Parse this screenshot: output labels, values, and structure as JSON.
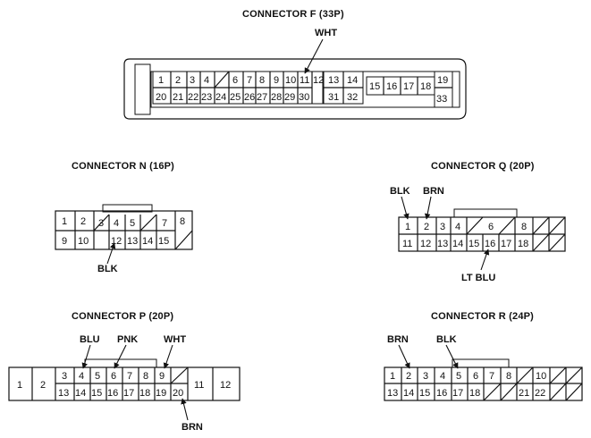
{
  "connectors": [
    {
      "title": "CONNECTOR F (33P)",
      "cells": [
        {
          "id": "f-1",
          "label": "1"
        },
        {
          "id": "f-2",
          "label": "2"
        },
        {
          "id": "f-3",
          "label": "3"
        },
        {
          "id": "f-4",
          "label": "4"
        },
        {
          "id": "f-6",
          "label": "6"
        },
        {
          "id": "f-7",
          "label": "7"
        },
        {
          "id": "f-8",
          "label": "8"
        },
        {
          "id": "f-9",
          "label": "9"
        },
        {
          "id": "f-10",
          "label": "10"
        },
        {
          "id": "f-11",
          "label": "11"
        },
        {
          "id": "f-12",
          "label": "12"
        },
        {
          "id": "f-13",
          "label": "13"
        },
        {
          "id": "f-14",
          "label": "14"
        },
        {
          "id": "f-15",
          "label": "15"
        },
        {
          "id": "f-16",
          "label": "16"
        },
        {
          "id": "f-17",
          "label": "17"
        },
        {
          "id": "f-18",
          "label": "18"
        },
        {
          "id": "f-19",
          "label": "19"
        },
        {
          "id": "f-20",
          "label": "20"
        },
        {
          "id": "f-21",
          "label": "21"
        },
        {
          "id": "f-22",
          "label": "22"
        },
        {
          "id": "f-23",
          "label": "23"
        },
        {
          "id": "f-24",
          "label": "24"
        },
        {
          "id": "f-25",
          "label": "25"
        },
        {
          "id": "f-26",
          "label": "26"
        },
        {
          "id": "f-27",
          "label": "27"
        },
        {
          "id": "f-28",
          "label": "28"
        },
        {
          "id": "f-29",
          "label": "29"
        },
        {
          "id": "f-30",
          "label": "30"
        },
        {
          "id": "f-31",
          "label": "31"
        },
        {
          "id": "f-32",
          "label": "32"
        },
        {
          "id": "f-33",
          "label": "33"
        }
      ],
      "wires": [
        {
          "label": "WHT"
        }
      ]
    },
    {
      "title": "CONNECTOR N (16P)",
      "cells": [
        {
          "id": "n-1",
          "label": "1"
        },
        {
          "id": "n-2",
          "label": "2"
        },
        {
          "id": "n-3",
          "label": "3"
        },
        {
          "id": "n-4",
          "label": "4"
        },
        {
          "id": "n-5",
          "label": "5"
        },
        {
          "id": "n-7",
          "label": "7"
        },
        {
          "id": "n-8",
          "label": "8"
        },
        {
          "id": "n-9",
          "label": "9"
        },
        {
          "id": "n-10",
          "label": "10"
        },
        {
          "id": "n-12",
          "label": "12"
        },
        {
          "id": "n-13",
          "label": "13"
        },
        {
          "id": "n-14",
          "label": "14"
        },
        {
          "id": "n-15",
          "label": "15"
        }
      ],
      "wires": [
        {
          "label": "BLK"
        }
      ]
    },
    {
      "title": "CONNECTOR Q (20P)",
      "cells": [
        {
          "id": "q-1",
          "label": "1"
        },
        {
          "id": "q-2",
          "label": "2"
        },
        {
          "id": "q-3",
          "label": "3"
        },
        {
          "id": "q-4",
          "label": "4"
        },
        {
          "id": "q-6",
          "label": "6"
        },
        {
          "id": "q-8",
          "label": "8"
        },
        {
          "id": "q-11",
          "label": "11"
        },
        {
          "id": "q-12",
          "label": "12"
        },
        {
          "id": "q-13",
          "label": "13"
        },
        {
          "id": "q-14",
          "label": "14"
        },
        {
          "id": "q-15",
          "label": "15"
        },
        {
          "id": "q-16",
          "label": "16"
        },
        {
          "id": "q-17",
          "label": "17"
        },
        {
          "id": "q-18",
          "label": "18"
        }
      ],
      "wires": [
        {
          "label": "BLK"
        },
        {
          "label": "BRN"
        },
        {
          "label": "LT BLU"
        }
      ]
    },
    {
      "title": "CONNECTOR P (20P)",
      "cells": [
        {
          "id": "p-1",
          "label": "1"
        },
        {
          "id": "p-2",
          "label": "2"
        },
        {
          "id": "p-3",
          "label": "3"
        },
        {
          "id": "p-4",
          "label": "4"
        },
        {
          "id": "p-5",
          "label": "5"
        },
        {
          "id": "p-6",
          "label": "6"
        },
        {
          "id": "p-7",
          "label": "7"
        },
        {
          "id": "p-8",
          "label": "8"
        },
        {
          "id": "p-9",
          "label": "9"
        },
        {
          "id": "p-11",
          "label": "11"
        },
        {
          "id": "p-12",
          "label": "12"
        },
        {
          "id": "p-13",
          "label": "13"
        },
        {
          "id": "p-14",
          "label": "14"
        },
        {
          "id": "p-15",
          "label": "15"
        },
        {
          "id": "p-16",
          "label": "16"
        },
        {
          "id": "p-17",
          "label": "17"
        },
        {
          "id": "p-18",
          "label": "18"
        },
        {
          "id": "p-19",
          "label": "19"
        },
        {
          "id": "p-20",
          "label": "20"
        }
      ],
      "wires": [
        {
          "label": "BLU"
        },
        {
          "label": "PNK"
        },
        {
          "label": "WHT"
        },
        {
          "label": "BRN"
        }
      ]
    },
    {
      "title": "CONNECTOR R (24P)",
      "cells": [
        {
          "id": "r-1",
          "label": "1"
        },
        {
          "id": "r-2",
          "label": "2"
        },
        {
          "id": "r-3",
          "label": "3"
        },
        {
          "id": "r-4",
          "label": "4"
        },
        {
          "id": "r-5",
          "label": "5"
        },
        {
          "id": "r-6",
          "label": "6"
        },
        {
          "id": "r-7",
          "label": "7"
        },
        {
          "id": "r-8",
          "label": "8"
        },
        {
          "id": "r-10",
          "label": "10"
        },
        {
          "id": "r-13",
          "label": "13"
        },
        {
          "id": "r-14",
          "label": "14"
        },
        {
          "id": "r-15",
          "label": "15"
        },
        {
          "id": "r-16",
          "label": "16"
        },
        {
          "id": "r-17",
          "label": "17"
        },
        {
          "id": "r-18",
          "label": "18"
        },
        {
          "id": "r-21",
          "label": "21"
        },
        {
          "id": "r-22",
          "label": "22"
        }
      ],
      "wires": [
        {
          "label": "BRN"
        },
        {
          "label": "BLK"
        }
      ]
    }
  ]
}
